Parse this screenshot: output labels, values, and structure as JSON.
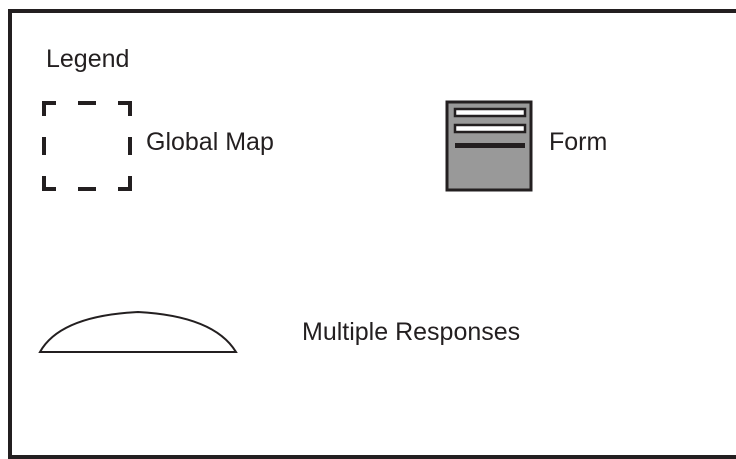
{
  "legend": {
    "title": "Legend",
    "items": [
      {
        "key": "global_map",
        "label": "Global Map",
        "symbol": "dashed-square"
      },
      {
        "key": "form",
        "label": "Form",
        "symbol": "form-card"
      },
      {
        "key": "multiple_responses",
        "label": "Multiple Responses",
        "symbol": "dome-arc"
      }
    ]
  },
  "colors": {
    "stroke": "#231f20",
    "form_fill": "#999999",
    "background": "#ffffff"
  }
}
